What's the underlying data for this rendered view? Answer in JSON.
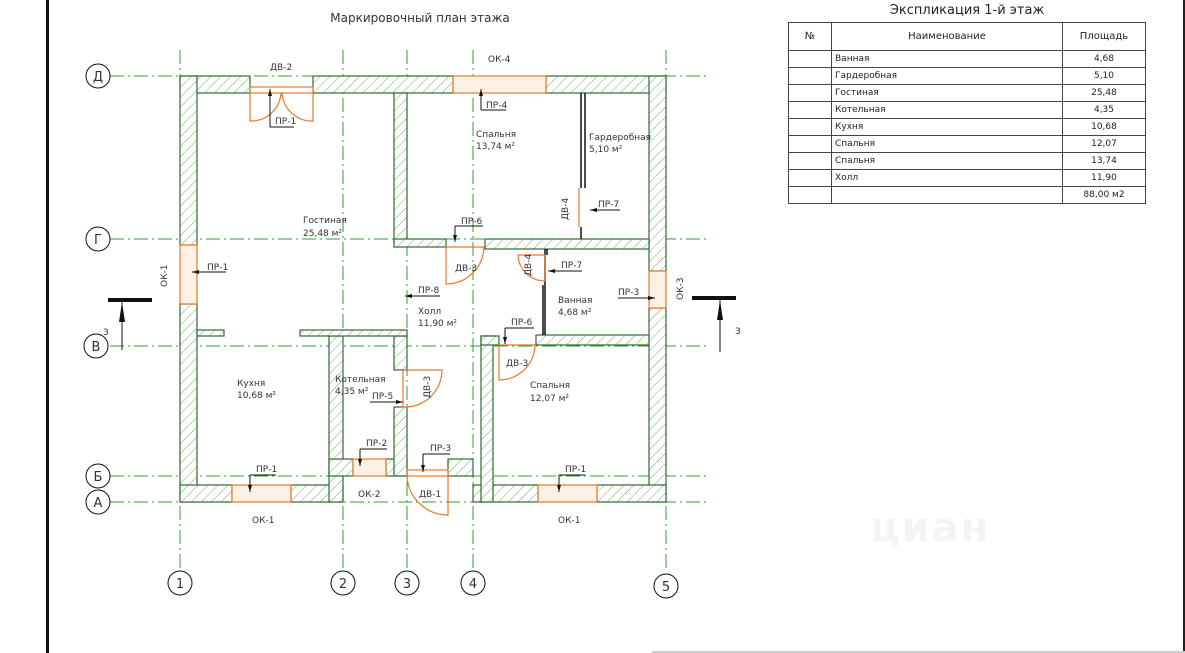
{
  "plan": {
    "title": "Маркировочный план этажа",
    "axes_letters": [
      "Д",
      "Г",
      "В",
      "Б",
      "А"
    ],
    "axes_numbers": [
      "1",
      "2",
      "3",
      "4",
      "5"
    ],
    "section_mark": "3",
    "rooms": [
      {
        "name": "Гостиная",
        "area": "25,48 м²"
      },
      {
        "name": "Спальня",
        "area": "13,74 м²"
      },
      {
        "name": "Гардеробная",
        "area": "5,10 м²"
      },
      {
        "name": "Холл",
        "area": "11,90 м²"
      },
      {
        "name": "Ванная",
        "area": "4,68 м²"
      },
      {
        "name": "Кухня",
        "area": "10,68 м²"
      },
      {
        "name": "Котельная",
        "area": "4,35 м²"
      },
      {
        "name": "Спальня",
        "area": "12,07 м²"
      }
    ],
    "labels": {
      "dv2": "ДВ-2",
      "ok4": "ОК-4",
      "pr1_top": "ПР-1",
      "pr4": "ПР-4",
      "pr6_top": "ПР-6",
      "pr7_top": "ПР-7",
      "dv4_top": "ДВ-4",
      "ok1_left": "ОК-1",
      "pr1_left": "ПР-1",
      "pr8": "ПР-8",
      "dv3_hall": "ДВ-3",
      "dv4_bath": "ДВ-4",
      "pr7_bath": "ПР-7",
      "pr3_bath": "ПР-3",
      "ok3": "ОК-3",
      "pr6_bed": "ПР-6",
      "dv3_bed": "ДВ-3",
      "dv3_boiler": "ДВ-3",
      "pr5": "ПР-5",
      "pr2": "ПР-2",
      "pr3_entry": "ПР-3",
      "pr1_kitchen": "ПР-1",
      "pr1_bed": "ПР-1",
      "ok2": "ОК-2",
      "dv1": "ДВ-1",
      "ok1_kitchen": "ОК-1",
      "ok1_bed": "ОК-1"
    }
  },
  "explication": {
    "title": "Экспликация 1-й этаж",
    "headers": {
      "num": "№",
      "name": "Наименование",
      "area": "Площадь"
    },
    "rows": [
      {
        "num": "",
        "name": "Ванная",
        "area": "4,68"
      },
      {
        "num": "",
        "name": "Гардеробная",
        "area": "5,10"
      },
      {
        "num": "",
        "name": "Гостиная",
        "area": "25,48"
      },
      {
        "num": "",
        "name": "Котельная",
        "area": "4,35"
      },
      {
        "num": "",
        "name": "Кухня",
        "area": "10,68"
      },
      {
        "num": "",
        "name": "Спальня",
        "area": "12,07"
      },
      {
        "num": "",
        "name": "Спальня",
        "area": "13,74"
      },
      {
        "num": "",
        "name": "Холл",
        "area": "11,90"
      }
    ],
    "total": "88,00 м2"
  },
  "watermark": "циан",
  "colors": {
    "wall": "#3a7a3a",
    "axis": "#2ea02e",
    "opening": "#e8782a",
    "hatch": "#4a9a4a"
  }
}
